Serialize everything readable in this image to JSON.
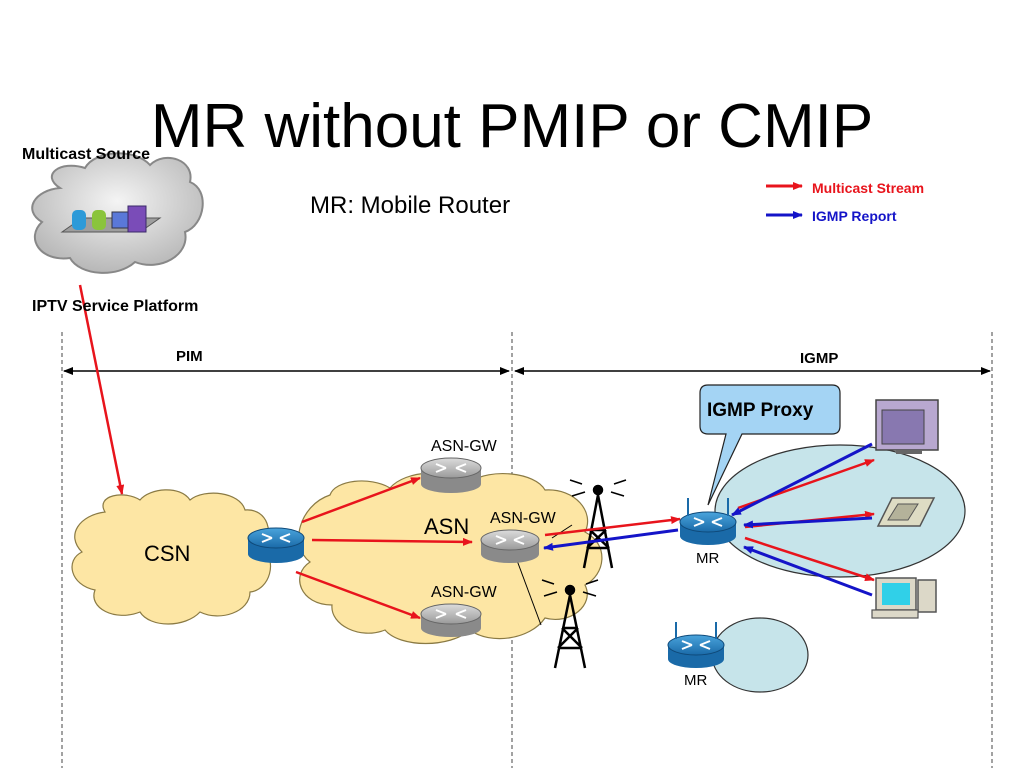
{
  "title": "MR without PMIP or CMIP",
  "subtitle": "MR: Mobile Router",
  "legend": {
    "multicast_stream": "Multicast Stream",
    "igmp_report": "IGMP Report",
    "multicast_color": "#e8141c",
    "igmp_color": "#1414c8"
  },
  "source": {
    "label": "Multicast Source",
    "platform_label": "IPTV Service Platform"
  },
  "zones": {
    "pim": "PIM",
    "igmp": "IGMP"
  },
  "clouds": {
    "csn": "CSN",
    "asn": "ASN"
  },
  "nodes": {
    "asn_gw_top": "ASN-GW",
    "asn_gw_mid": "ASN-GW",
    "asn_gw_bottom": "ASN-GW",
    "mr_main": "MR",
    "mr_secondary": "MR"
  },
  "callout": "IGMP Proxy"
}
